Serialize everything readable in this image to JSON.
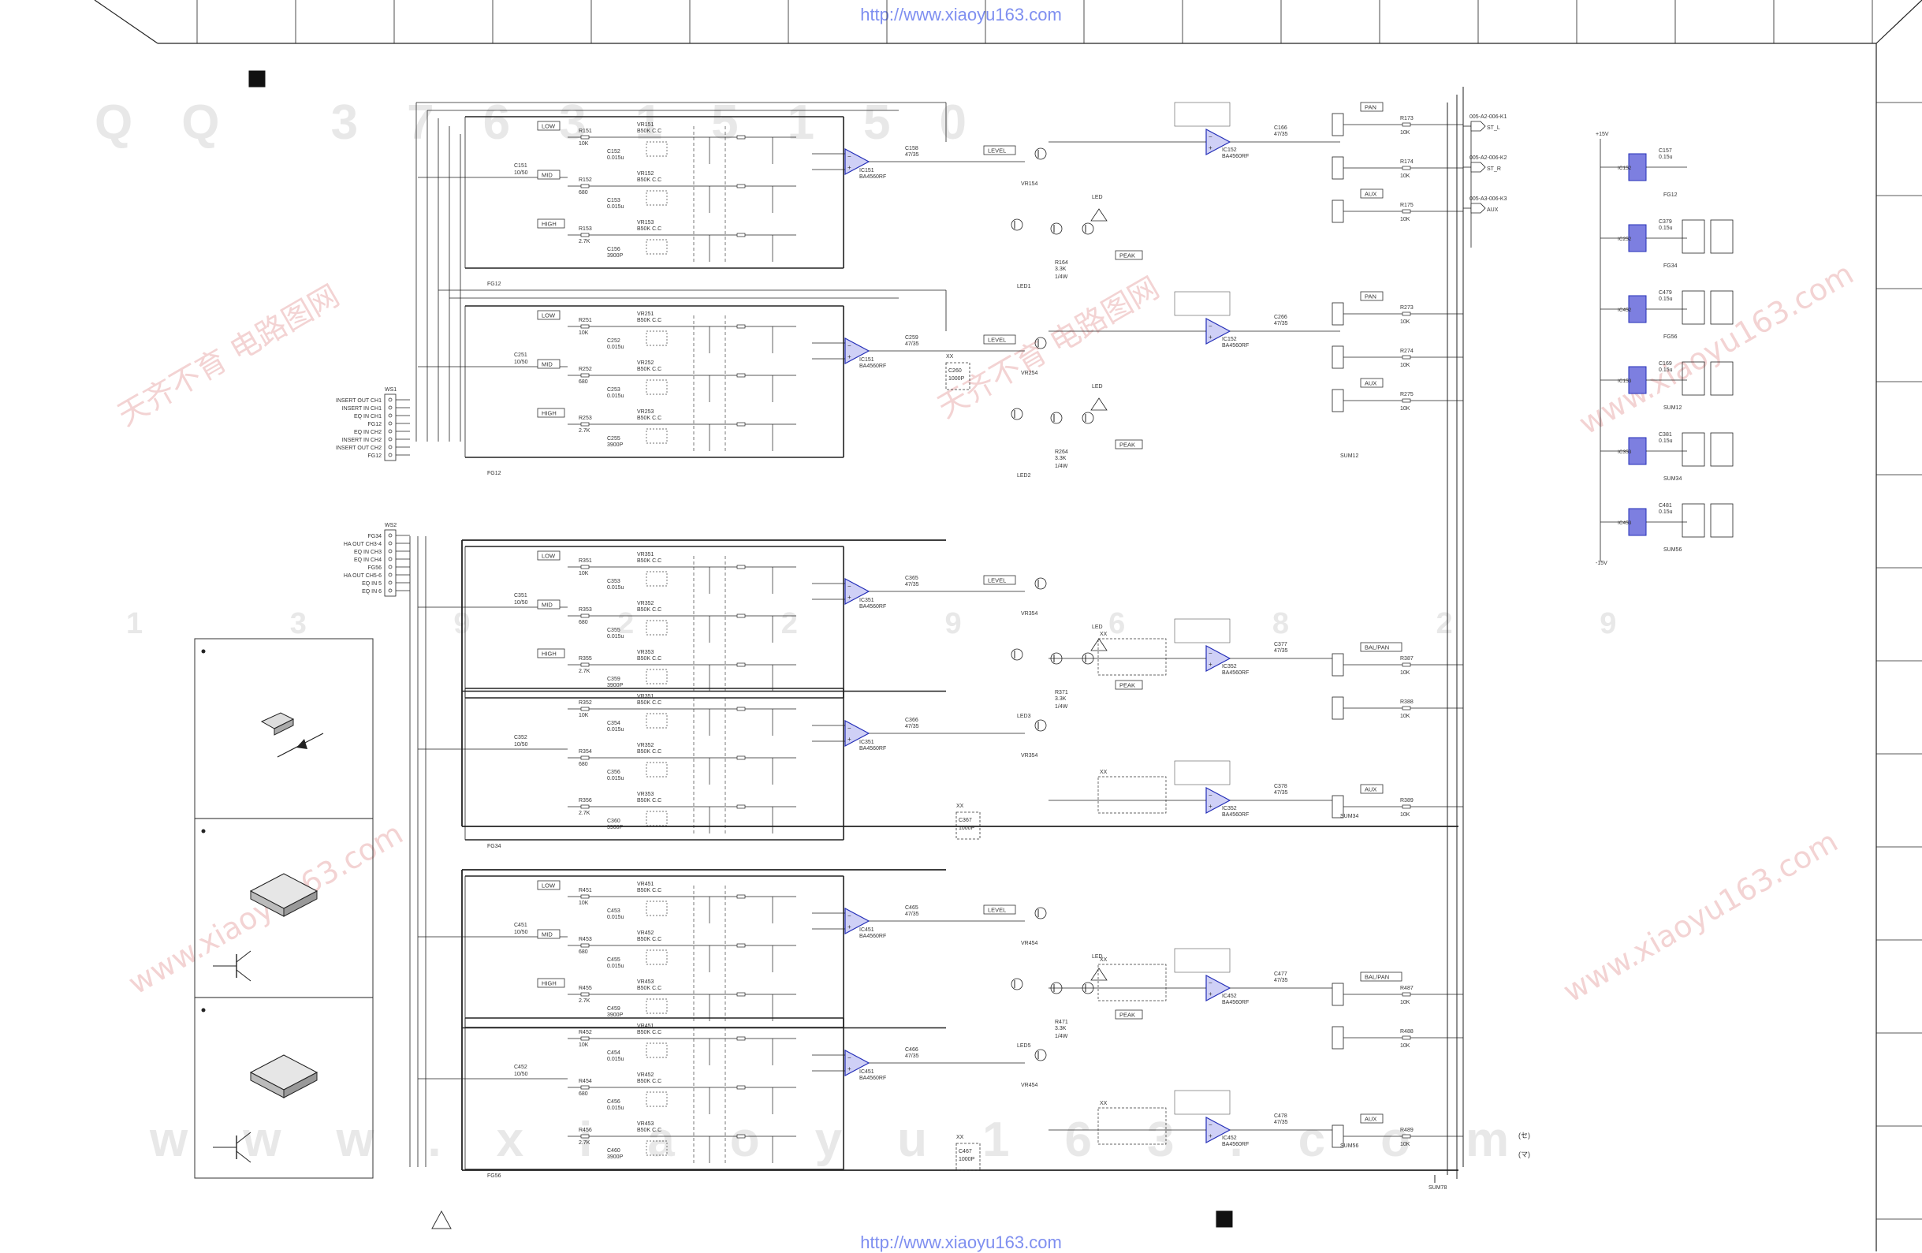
{
  "site_url": "http://www.xiaoyu163.com",
  "watermarks": {
    "row1": "QQ 376315150",
    "row2": "1 3 9 2 2 9 6 8 2 9",
    "row3": "www.xiaoyu163.com",
    "cn": "天齐不育 电路图网",
    "cn_url": "www.xiaoyu163.com"
  },
  "connectors": {
    "ws1": {
      "label": "WS1",
      "pins": [
        "INSERT OUT CH1",
        "INSERT IN CH1",
        "EQ IN CH1",
        "FG12",
        "EQ IN CH2",
        "INSERT IN CH2",
        "INSERT OUT CH2",
        "FG12"
      ]
    },
    "ws2": {
      "label": "WS2",
      "pins": [
        "FG34",
        "HA OUT CH3-4",
        "EQ IN CH3",
        "EQ IN CH4",
        "FG56",
        "HA OUT CH5-6",
        "EQ IN 5",
        "EQ IN 6"
      ]
    }
  },
  "outputs": [
    {
      "ref": "005-A2-006-K1",
      "name": "ST_L"
    },
    {
      "ref": "005-A2-006-K2",
      "name": "ST_R"
    },
    {
      "ref": "005-A3-006-K3",
      "name": "AUX"
    }
  ],
  "channels": [
    {
      "eq": [
        {
          "band": "LOW",
          "res": "R151",
          "rval": "10K",
          "vr": "VR151",
          "vrval": "B50K C.C",
          "cap": "C152",
          "cval": "0.015u"
        },
        {
          "band": "MID",
          "res": "R152",
          "rval": "680",
          "vr": "VR152",
          "vrval": "B50K C.C",
          "cap": "C153",
          "cval": "0.015u"
        },
        {
          "band": "HIGH",
          "res": "R153",
          "rval": "2.7K",
          "vr": "VR153",
          "vrval": "B50K C.C",
          "cap": "C156",
          "cval": "3900P"
        }
      ],
      "input_cap": "C151",
      "input_cval": "10/50",
      "opamp": "IC151",
      "opamp_type": "BA4560RF",
      "out_cap": "C158",
      "out_cval": "47/35",
      "level_label": "LEVEL",
      "level_vr": "VR154",
      "mix_ic": "IC152",
      "mix_type": "BA4560RF",
      "mix_cap": "C166",
      "mix_cval": "47/35",
      "led": "LED",
      "peak": "PEAK",
      "peak_res": "R164",
      "peak_rval": "3.3K",
      "watt": "1/4W",
      "buses": [
        {
          "name": "PAN",
          "res": "R173",
          "rval": "10K"
        },
        {
          "name": "",
          "res": "R174",
          "rval": "10K"
        },
        {
          "name": "AUX",
          "res": "R175",
          "rval": "10K"
        }
      ],
      "ground": "LED1",
      "fg": "FG12",
      "switch": ""
    },
    {
      "eq": [
        {
          "band": "LOW",
          "res": "R251",
          "rval": "10K",
          "vr": "VR251",
          "vrval": "B50K C.C",
          "cap": "C252",
          "cval": "0.015u"
        },
        {
          "band": "MID",
          "res": "R252",
          "rval": "680",
          "vr": "VR252",
          "vrval": "B50K C.C",
          "cap": "C253",
          "cval": "0.015u"
        },
        {
          "band": "HIGH",
          "res": "R253",
          "rval": "2.7K",
          "vr": "VR253",
          "vrval": "B50K C.C",
          "cap": "C255",
          "cval": "3900P"
        }
      ],
      "input_cap": "C251",
      "input_cval": "10/50",
      "opamp": "IC151",
      "opamp_type": "BA4560RF",
      "out_cap": "C259",
      "out_cval": "47/35",
      "level_label": "LEVEL",
      "level_vr": "VR254",
      "mix_ic": "IC152",
      "mix_type": "BA4560RF",
      "mix_cap": "C266",
      "mix_cval": "47/35",
      "led": "LED",
      "peak": "PEAK",
      "peak_res": "R264",
      "peak_rval": "3.3K",
      "watt": "1/4W",
      "buses": [
        {
          "name": "PAN",
          "res": "R273",
          "rval": "10K"
        },
        {
          "name": "",
          "res": "R274",
          "rval": "10K"
        },
        {
          "name": "AUX",
          "res": "R275",
          "rval": "10K"
        }
      ],
      "ground": "LED2",
      "fg": "FG12",
      "switch": "SUM12"
    },
    {
      "eq": [
        {
          "band": "LOW",
          "res": "R351",
          "rval": "10K",
          "vr": "VR351",
          "vrval": "B50K C.C",
          "cap": "C353",
          "cval": "0.015u"
        },
        {
          "band": "MID",
          "res": "R353",
          "rval": "680",
          "vr": "VR352",
          "vrval": "B50K C.C",
          "cap": "C355",
          "cval": "0.015u"
        },
        {
          "band": "HIGH",
          "res": "R355",
          "rval": "2.7K",
          "vr": "VR353",
          "vrval": "B50K C.C",
          "cap": "C359",
          "cval": "3900P"
        }
      ],
      "input_cap": "C351",
      "input_cval": "10/50",
      "opamp": "IC351",
      "opamp_type": "BA4560RF",
      "out_cap": "C365",
      "out_cval": "47/35",
      "level_label": "LEVEL",
      "level_vr": "VR354",
      "mix_ic": "IC352",
      "mix_type": "BA4560RF",
      "mix_cap": "C377",
      "mix_cval": "47/35",
      "led": "LED",
      "peak": "PEAK",
      "peak_res": "R371",
      "peak_rval": "3.3K",
      "watt": "1/4W",
      "buses": [
        {
          "name": "BAL/PAN",
          "res": "R387",
          "rval": "10K"
        },
        {
          "name": "",
          "res": "R388",
          "rval": "10K"
        }
      ],
      "ground": "LED3",
      "fg": "",
      "switch": ""
    },
    {
      "eq": [
        {
          "band": "",
          "res": "R352",
          "rval": "10K",
          "vr": "VR351",
          "vrval": "B50K C.C",
          "cap": "C354",
          "cval": "0.015u"
        },
        {
          "band": "",
          "res": "R354",
          "rval": "680",
          "vr": "VR352",
          "vrval": "B50K C.C",
          "cap": "C356",
          "cval": "0.015u"
        },
        {
          "band": "",
          "res": "R356",
          "rval": "2.7K",
          "vr": "VR353",
          "vrval": "B50K C.C",
          "cap": "C360",
          "cval": "3900P"
        }
      ],
      "input_cap": "C352",
      "input_cval": "10/50",
      "opamp": "IC351",
      "opamp_type": "BA4560RF",
      "out_cap": "C366",
      "out_cval": "47/35",
      "level_label": "",
      "level_vr": "VR354",
      "mix_ic": "IC352",
      "mix_type": "BA4560RF",
      "mix_cap": "C378",
      "mix_cval": "47/35",
      "led": "",
      "peak": "",
      "peak_res": "",
      "peak_rval": "",
      "watt": "",
      "buses": [
        {
          "name": "AUX",
          "res": "R389",
          "rval": "10K"
        }
      ],
      "ground": "",
      "fg": "FG34",
      "switch": "SUM34"
    },
    {
      "eq": [
        {
          "band": "LOW",
          "res": "R451",
          "rval": "10K",
          "vr": "VR451",
          "vrval": "B50K C.C",
          "cap": "C453",
          "cval": "0.015u"
        },
        {
          "band": "MID",
          "res": "R453",
          "rval": "680",
          "vr": "VR452",
          "vrval": "B50K C.C",
          "cap": "C455",
          "cval": "0.015u"
        },
        {
          "band": "HIGH",
          "res": "R455",
          "rval": "2.7K",
          "vr": "VR453",
          "vrval": "B50K C.C",
          "cap": "C459",
          "cval": "3900P"
        }
      ],
      "input_cap": "C451",
      "input_cval": "10/50",
      "opamp": "IC451",
      "opamp_type": "BA4560RF",
      "out_cap": "C465",
      "out_cval": "47/35",
      "level_label": "LEVEL",
      "level_vr": "VR454",
      "mix_ic": "IC452",
      "mix_type": "BA4560RF",
      "mix_cap": "C477",
      "mix_cval": "47/35",
      "led": "LED",
      "peak": "PEAK",
      "peak_res": "R471",
      "peak_rval": "3.3K",
      "watt": "1/4W",
      "buses": [
        {
          "name": "BAL/PAN",
          "res": "R487",
          "rval": "10K"
        },
        {
          "name": "",
          "res": "R488",
          "rval": "10K"
        }
      ],
      "ground": "LED5",
      "fg": "",
      "switch": ""
    },
    {
      "eq": [
        {
          "band": "",
          "res": "R452",
          "rval": "10K",
          "vr": "VR451",
          "vrval": "B50K C.C",
          "cap": "C454",
          "cval": "0.015u"
        },
        {
          "band": "",
          "res": "R454",
          "rval": "680",
          "vr": "VR452",
          "vrval": "B50K C.C",
          "cap": "C456",
          "cval": "0.015u"
        },
        {
          "band": "",
          "res": "R456",
          "rval": "2.7K",
          "vr": "VR453",
          "vrval": "B50K C.C",
          "cap": "C460",
          "cval": "3900P"
        }
      ],
      "input_cap": "C452",
      "input_cval": "10/50",
      "opamp": "IC451",
      "opamp_type": "BA4560RF",
      "out_cap": "C466",
      "out_cval": "47/35",
      "level_label": "",
      "level_vr": "VR454",
      "mix_ic": "IC452",
      "mix_type": "BA4560RF",
      "mix_cap": "C478",
      "mix_cval": "47/35",
      "led": "",
      "peak": "",
      "peak_res": "",
      "peak_rval": "",
      "watt": "",
      "buses": [
        {
          "name": "AUX",
          "res": "R489",
          "rval": "10K"
        }
      ],
      "ground": "",
      "fg": "FG56",
      "switch": "SUM56"
    }
  ],
  "test_caps": [
    {
      "ref": "C260",
      "val": "1000P"
    },
    {
      "ref": "C367",
      "val": "1000P"
    },
    {
      "ref": "C467",
      "val": "1000P"
    }
  ],
  "xx_label": "XX",
  "special_cap": "(セ)",
  "special_cap2": "(マ)",
  "bottom_fg": "SUM78",
  "power": {
    "pos": "+15V",
    "neg": "-15V",
    "ics": [
      {
        "ic": "IC152",
        "cap": "C157",
        "cval": "0.15u",
        "fg": "FG12"
      },
      {
        "ic": "IC252",
        "cap": "C379",
        "cval": "0.15u",
        "fg": "FG34"
      },
      {
        "ic": "IC452",
        "cap": "C479",
        "cval": "0.15u",
        "fg": "FG56"
      },
      {
        "ic": "IC153",
        "cap": "C169",
        "cval": "0.15u",
        "fg": "SUM12"
      },
      {
        "ic": "IC353",
        "cap": "C381",
        "cval": "0.15u",
        "fg": "SUM34"
      },
      {
        "ic": "IC453",
        "cap": "C481",
        "cval": "0.15u",
        "fg": "SUM56"
      }
    ]
  }
}
